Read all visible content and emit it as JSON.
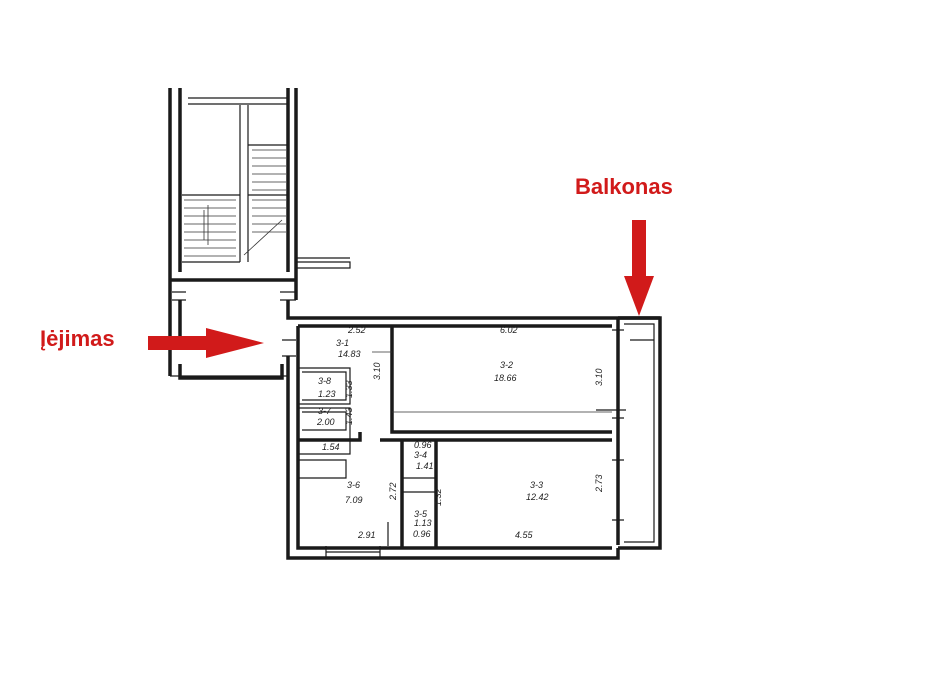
{
  "callouts": {
    "entrance_label": "Įėjimas",
    "balcony_label": "Balkonas",
    "color": "#d11a1a"
  },
  "rooms": [
    {
      "id": "3-1",
      "area": "14.83",
      "width": "2.52",
      "depth": "3.10"
    },
    {
      "id": "3-2",
      "area": "18.66",
      "width": "6.02",
      "depth": "3.10"
    },
    {
      "id": "3-3",
      "area": "12.42",
      "width": "4.55",
      "depth": "2.73"
    },
    {
      "id": "3-6",
      "area": "7.09",
      "width": "2.91",
      "depth": "2.72"
    },
    {
      "id": "3-5",
      "area": "0.96",
      "width": "1.13"
    },
    {
      "id": "3-4",
      "area": "1.41",
      "width": "0.96"
    },
    {
      "id": "3-8",
      "area": "1.23"
    },
    {
      "id": "3-7",
      "area": "2.00"
    }
  ],
  "extra_dims": {
    "closet": "1.54",
    "small_a": "1.33",
    "small_b": "1.43",
    "small_c": "1.32"
  }
}
